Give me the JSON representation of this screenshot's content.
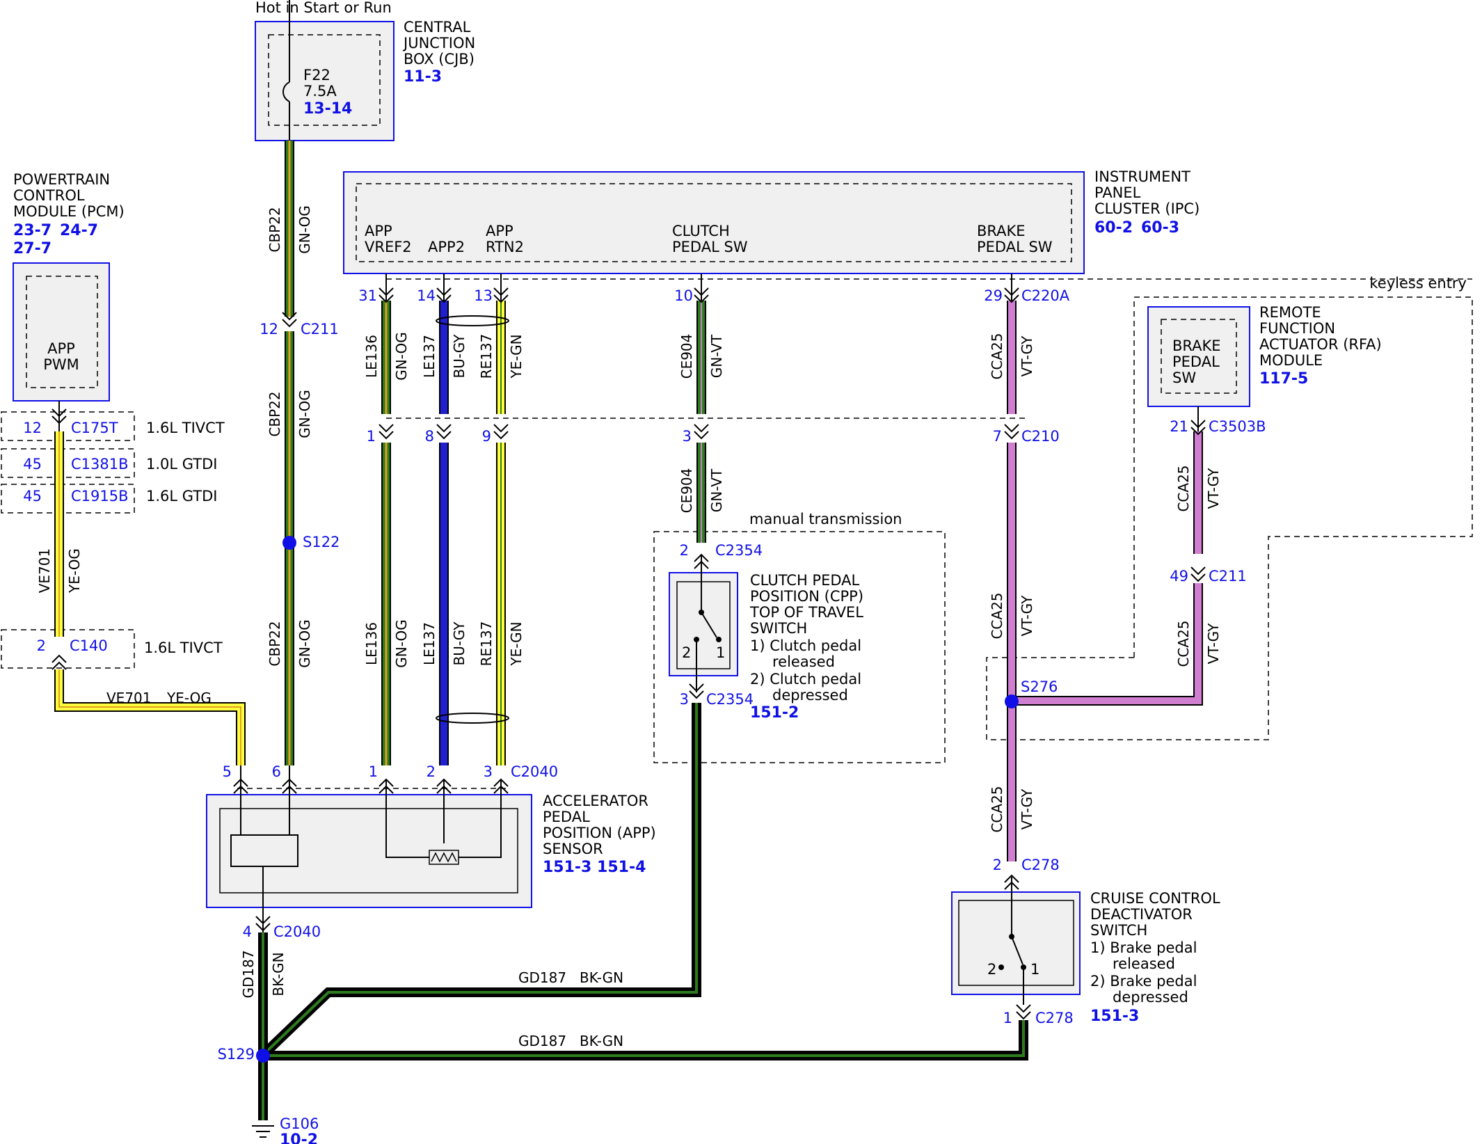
{
  "power_note": "Hot in Start or Run",
  "modules": {
    "cjb": {
      "name_lines": [
        "CENTRAL",
        "JUNCTION",
        "BOX (CJB)"
      ],
      "ref": "11-3",
      "fuse": {
        "id": "F22",
        "rating": "7.5A",
        "ref": "13-14"
      }
    },
    "pcm": {
      "name_lines": [
        "POWERTRAIN",
        "CONTROL",
        "MODULE (PCM)"
      ],
      "refs": [
        "23-7",
        "24-7",
        "27-7"
      ],
      "signal_lines": [
        "APP",
        "PWM"
      ]
    },
    "ipc": {
      "name_lines": [
        "INSTRUMENT",
        "PANEL",
        "CLUSTER (IPC)"
      ],
      "refs": [
        "60-2",
        "60-3"
      ],
      "signals": {
        "vref2": [
          "APP",
          "VREF2"
        ],
        "app2": [
          "APP2"
        ],
        "rtn2": [
          "APP",
          "RTN2"
        ],
        "clutch": [
          "CLUTCH",
          "PEDAL SW"
        ],
        "brake": [
          "BRAKE",
          "PEDAL SW"
        ]
      }
    },
    "rfa": {
      "group_note": "keyless entry",
      "name_lines": [
        "REMOTE",
        "FUNCTION",
        "ACTUATOR (RFA)",
        "MODULE"
      ],
      "ref": "117-5",
      "signal_lines": [
        "BRAKE",
        "PEDAL",
        "SW"
      ]
    },
    "app_sensor": {
      "name_lines": [
        "ACCELERATOR",
        "PEDAL",
        "POSITION (APP)",
        "SENSOR"
      ],
      "refs": "151-3 151-4"
    },
    "cpp": {
      "group_note": "manual transmission",
      "name_lines": [
        "CLUTCH PEDAL",
        "POSITION (CPP)",
        "TOP OF TRAVEL",
        "SWITCH"
      ],
      "states": [
        "1) Clutch pedal",
        "released",
        "2) Clutch pedal",
        "depressed"
      ],
      "ref": "151-2"
    },
    "cruise": {
      "name_lines": [
        "CRUISE CONTROL",
        "DEACTIVATOR",
        "SWITCH"
      ],
      "states": [
        "1) Brake pedal",
        "released",
        "2) Brake pedal",
        "depressed"
      ],
      "ref": "151-3"
    },
    "ground": {
      "name": "G106",
      "ref": "10-2"
    }
  },
  "pins": {
    "cjb_c211": {
      "pin": "12",
      "conn": "C211"
    },
    "ipc_vref2": {
      "pin": "31"
    },
    "ipc_app2": {
      "pin": "14"
    },
    "ipc_rtn2": {
      "pin": "13"
    },
    "ipc_clutch": {
      "pin": "10"
    },
    "ipc_brake": {
      "pin": "29",
      "conn": "C220A"
    },
    "c210_le136": {
      "pin": "1"
    },
    "c210_le137": {
      "pin": "8"
    },
    "c210_re137": {
      "pin": "9"
    },
    "c210_ce904": {
      "pin": "3"
    },
    "c210_cca25": {
      "pin": "7",
      "conn": "C210"
    },
    "pcm_c175t": {
      "pin": "12",
      "conn": "C175T",
      "variant": "1.6L TIVCT"
    },
    "pcm_c1381b": {
      "pin": "45",
      "conn": "C1381B",
      "variant": "1.0L GTDI"
    },
    "pcm_c1915b": {
      "pin": "45",
      "conn": "C1915B",
      "variant": "1.6L GTDI"
    },
    "c140": {
      "pin": "2",
      "conn": "C140",
      "variant": "1.6L TIVCT"
    },
    "cpp_in": {
      "pin": "2",
      "conn": "C2354"
    },
    "cpp_out": {
      "pin": "3",
      "conn": "C2354"
    },
    "rfa_out": {
      "pin": "21",
      "conn": "C3503B"
    },
    "rfa_c211": {
      "pin": "49",
      "conn": "C211"
    },
    "app_p5": {
      "pin": "5"
    },
    "app_p6": {
      "pin": "6"
    },
    "app_p1": {
      "pin": "1"
    },
    "app_p2": {
      "pin": "2"
    },
    "app_p3": {
      "pin": "3",
      "conn": "C2040"
    },
    "app_p4": {
      "pin": "4",
      "conn": "C2040"
    },
    "cruise_in": {
      "pin": "2",
      "conn": "C278"
    },
    "cruise_out": {
      "pin": "1",
      "conn": "C278"
    }
  },
  "splices": {
    "s122": "S122",
    "s276": "S276",
    "s129": "S129"
  },
  "switch_contacts": {
    "one": "1",
    "two": "2"
  },
  "wires": {
    "cbp22": {
      "circuit": "CBP22",
      "color": "GN-OG"
    },
    "le136": {
      "circuit": "LE136",
      "color": "GN-OG"
    },
    "le137": {
      "circuit": "LE137",
      "color": "BU-GY"
    },
    "re137": {
      "circuit": "RE137",
      "color": "YE-GN"
    },
    "ce904": {
      "circuit": "CE904",
      "color": "GN-VT"
    },
    "cca25": {
      "circuit": "CCA25",
      "color": "VT-GY"
    },
    "ve701": {
      "circuit": "VE701",
      "color": "YE-OG"
    },
    "gd187": {
      "circuit": "GD187",
      "color": "BK-GN"
    }
  },
  "palette": {
    "blue": "#1010e6",
    "green": "#2d7d1e",
    "orange": "#e0a020",
    "yellow": "#ffff40",
    "violet": "#d07ed0",
    "wire_blue": "#2020d0",
    "black": "#101010",
    "gray": "#f0f0f0"
  }
}
